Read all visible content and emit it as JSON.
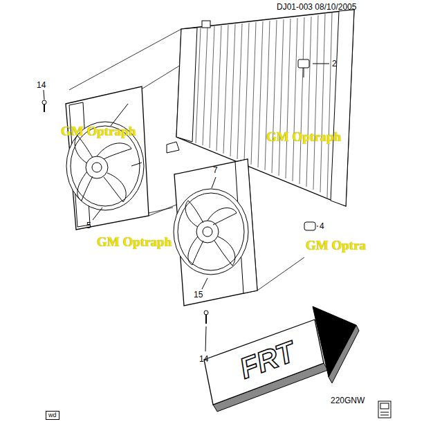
{
  "diagram": {
    "labels": [
      "DJ01-003 08/10/2005",
      "14",
      "2",
      "GM Optraph",
      "GM Optraph",
      "5",
      "7",
      "GM Optraph",
      "GM Optra",
      "4",
      "15",
      "14",
      "FRT",
      "220GNW",
      "wd"
    ]
  }
}
